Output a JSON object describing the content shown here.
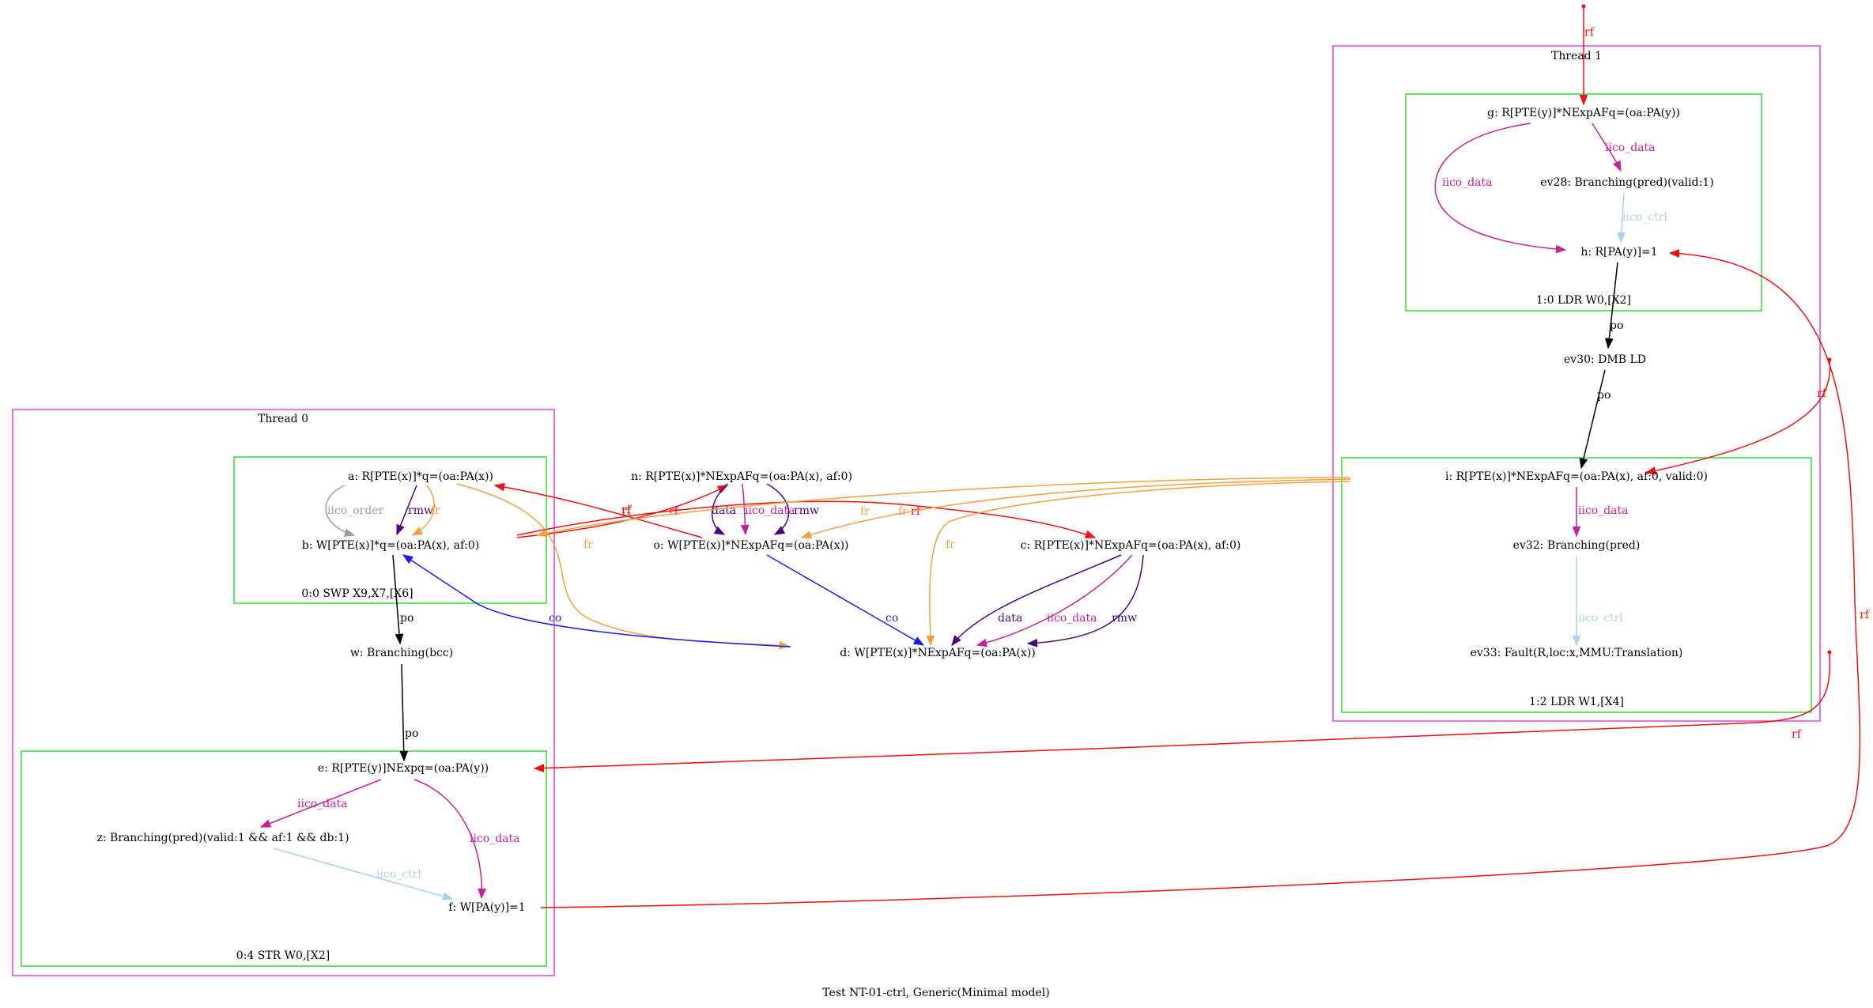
{
  "caption": "Test NT-01-ctrl, Generic(Minimal model)",
  "colors": {
    "thread_box": "#e040e0",
    "instr_box": "#33dd33",
    "rf": "#ee1111",
    "fr": "#f5a040",
    "iico_data": "#c8209a",
    "iico_ctrl": "#a8d4e6",
    "iico_order": "#9e9e9e",
    "rmw": "#4b0082",
    "data": "#4b0082",
    "co": "#1a1aee",
    "po": "#000000"
  },
  "threads": [
    {
      "id": "t0",
      "label": "Thread 0"
    },
    {
      "id": "t1",
      "label": "Thread 1"
    }
  ],
  "instructions": [
    {
      "id": "i00",
      "label": "0:0 SWP X9,X7,[X6]"
    },
    {
      "id": "i04",
      "label": "0:4 STR W0,[X2]"
    },
    {
      "id": "i10",
      "label": "1:0 LDR W0,[X2]"
    },
    {
      "id": "i12",
      "label": "1:2 LDR W1,[X4]"
    }
  ],
  "nodes": {
    "a": "a: R[PTE(x)]*q=(oa:PA(x))",
    "b": "b: W[PTE(x)]*q=(oa:PA(x), af:0)",
    "w": "w: Branching(bcc)",
    "e": "e: R[PTE(y)]NExpq=(oa:PA(y))",
    "z": "z: Branching(pred)(valid:1 && af:1 && db:1)",
    "f": "f: W[PA(y)]=1",
    "n": "n: R[PTE(x)]*NExpAFq=(oa:PA(x), af:0)",
    "o": "o: W[PTE(x)]*NExpAFq=(oa:PA(x))",
    "c": "c: R[PTE(x)]*NExpAFq=(oa:PA(x), af:0)",
    "d": "d: W[PTE(x)]*NExpAFq=(oa:PA(x))",
    "g": "g: R[PTE(y)]*NExpAFq=(oa:PA(y))",
    "ev28": "ev28: Branching(pred)(valid:1)",
    "h": "h: R[PA(y)]=1",
    "ev30": "ev30: DMB LD",
    "i": "i: R[PTE(x)]*NExpAFq=(oa:PA(x), af:0, valid:0)",
    "ev32": "ev32: Branching(pred)",
    "ev33": "ev33: Fault(R,loc:x,MMU:Translation)"
  },
  "edge_labels": {
    "rf": "rf",
    "fr": "fr",
    "po": "po",
    "co": "co",
    "rmw": "rmw",
    "data": "data",
    "iico_data": "iico_data",
    "iico_ctrl": "iico_ctrl",
    "iico_order": "iico_order"
  },
  "icons": {
    "dot_marker": "init-dot-icon"
  }
}
